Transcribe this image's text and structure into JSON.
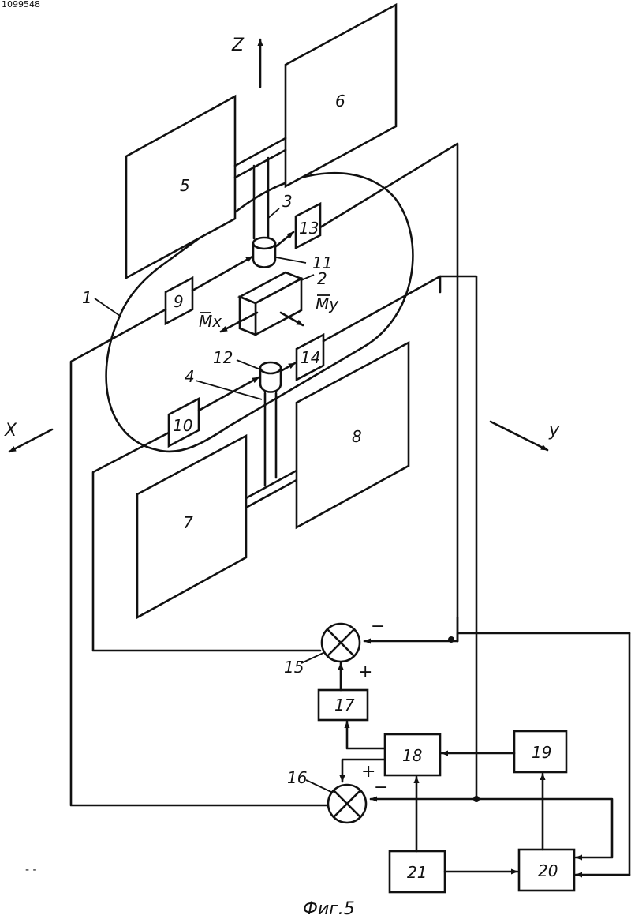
{
  "doc_id": "1099548",
  "caption": "Фиг.5",
  "axes": {
    "x": "X",
    "y": "y",
    "z": "Z"
  },
  "moments": {
    "mx": "Mx",
    "my": "My"
  },
  "signs": {
    "plus15": "+",
    "minus15": "−",
    "plus16": "+",
    "minus16": "−"
  },
  "labels": {
    "n1": "1",
    "n2": "2",
    "n3": "3",
    "n4": "4",
    "n5": "5",
    "n6": "6",
    "n7": "7",
    "n8": "8",
    "n9": "9",
    "n10": "10",
    "n11": "11",
    "n12": "12",
    "n13": "13",
    "n14": "14",
    "n15": "15",
    "n16": "16",
    "n17": "17",
    "n18": "18",
    "n19": "19",
    "n20": "20",
    "n21": "21"
  },
  "marks": "- -"
}
